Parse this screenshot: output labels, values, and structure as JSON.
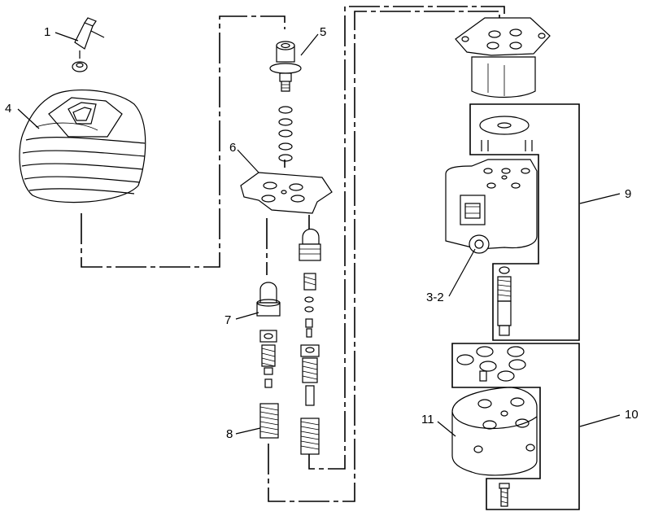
{
  "callouts": [
    {
      "id": "c1",
      "text": "1"
    },
    {
      "id": "c4",
      "text": "4"
    },
    {
      "id": "c5",
      "text": "5"
    },
    {
      "id": "c6",
      "text": "6"
    },
    {
      "id": "c7",
      "text": "7"
    },
    {
      "id": "c8",
      "text": "8"
    },
    {
      "id": "c9",
      "text": "9"
    },
    {
      "id": "c32",
      "text": "3-2"
    },
    {
      "id": "c10",
      "text": "10"
    },
    {
      "id": "c11",
      "text": "11"
    }
  ]
}
